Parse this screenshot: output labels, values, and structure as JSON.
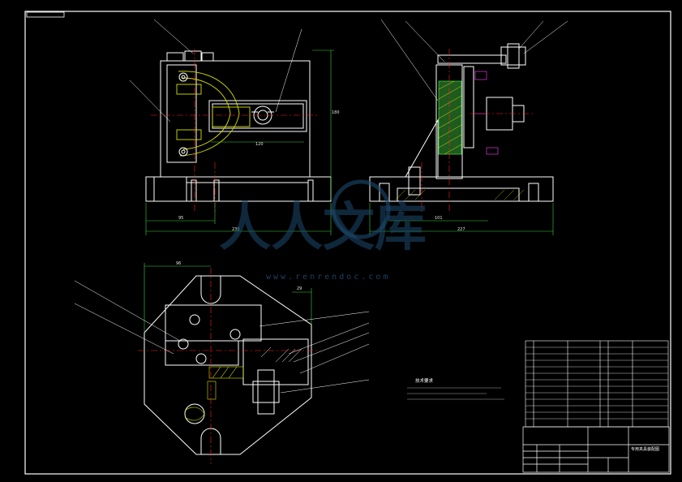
{
  "drawing": {
    "background": "#000000",
    "line_color": "#ffffff",
    "center_line_color": "#ff2020",
    "dimension_color": "#3cd23c",
    "hatch_color": "#d6e000",
    "highlight_color": "#ff40ff",
    "leader_color": "#ffffff"
  },
  "front_view": {
    "dim_width": "95",
    "dim_total": "230",
    "dim_height": "180",
    "dim_inner": "120"
  },
  "side_view": {
    "dim_base": "101",
    "dim_total": "227"
  },
  "top_view": {
    "dim_top": "96",
    "dim_side": "29"
  },
  "watermark": {
    "text": "人人文库",
    "url": "www.renrendoc.com",
    "color": "#1c4a6e"
  },
  "notes": {
    "title": "技术要求"
  },
  "title_block": {
    "drawing_name": "专用夹具装配图"
  }
}
